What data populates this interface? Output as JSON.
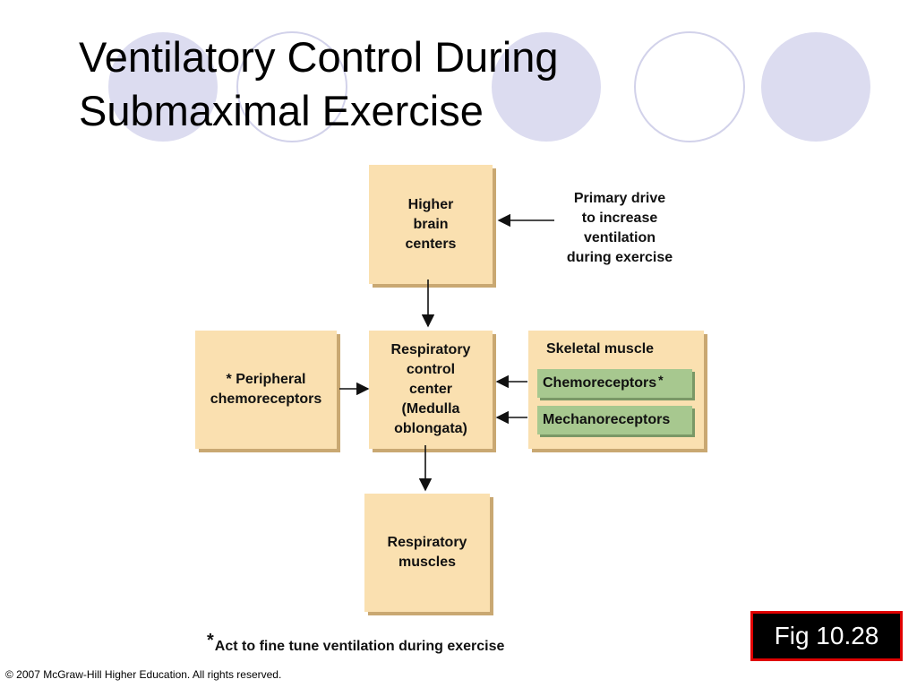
{
  "slide": {
    "title_lines": [
      "Ventilatory Control During",
      "Submaximal Exercise"
    ],
    "fig_label": "Fig 10.28",
    "copyright": "© 2007 McGraw-Hill Higher Education. All rights reserved."
  },
  "diagram": {
    "higher_brain_centers": [
      "Higher",
      "brain",
      "centers"
    ],
    "primary_drive": [
      "Primary drive",
      "to increase",
      "ventilation",
      "during exercise"
    ],
    "peripheral_chemoreceptors": [
      "* Peripheral",
      "chemoreceptors"
    ],
    "respiratory_control_center": [
      "Respiratory",
      "control",
      "center",
      "(Medulla",
      "oblongata)"
    ],
    "skeletal_muscle": "Skeletal muscle",
    "chemoreceptors": "Chemoreceptors",
    "chemoreceptors_star": "*",
    "mechanoreceptors": "Mechanoreceptors",
    "respiratory_muscles": [
      "Respiratory",
      "muscles"
    ],
    "footnote_star": "*",
    "footnote": "Act to fine tune ventilation during exercise"
  },
  "colors": {
    "box_fill": "#fae0b0",
    "green_fill": "#a7c88f",
    "circle_fill": "#dcdcf0",
    "circle_stroke": "#d2d2ea",
    "fig_label_border": "#e00000"
  }
}
